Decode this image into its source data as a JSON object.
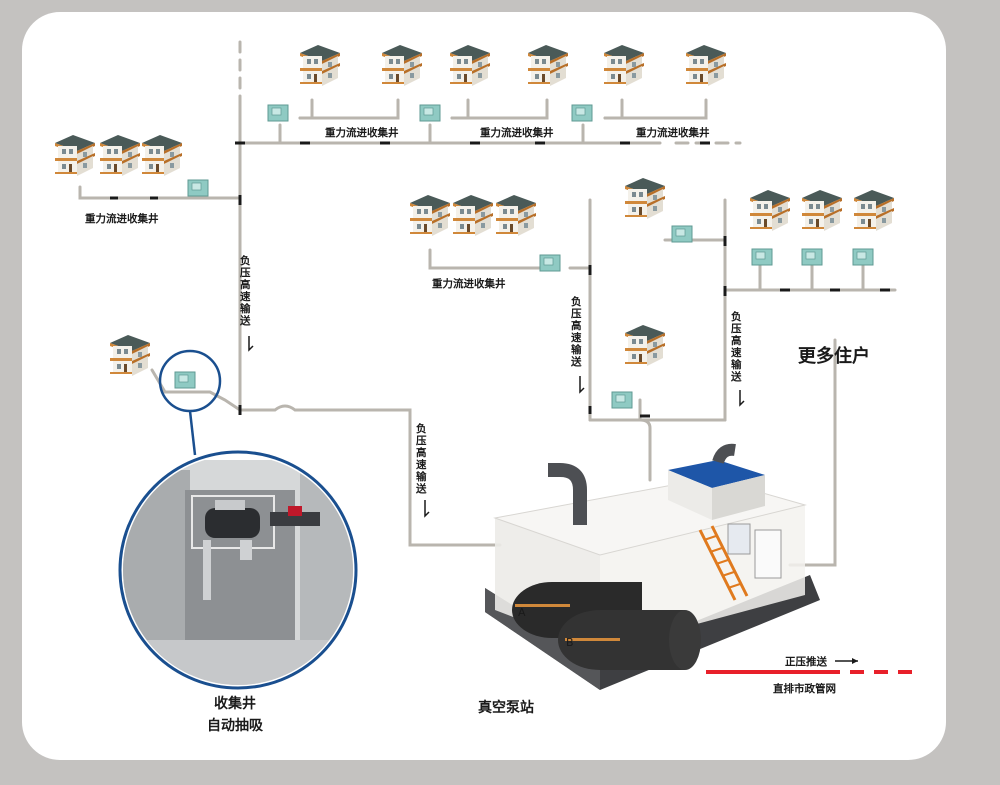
{
  "labels": {
    "gravity_well_1": "重力流进收集井",
    "gravity_well_2": "重力流进收集井",
    "gravity_well_3": "重力流进收集井",
    "gravity_well_4": "重力流进收集井",
    "gravity_well_5": "重力流进收集井",
    "vacuum_transport_1": "负压高速输送",
    "vacuum_transport_2": "负压高速输送",
    "vacuum_transport_3": "负压高速输送",
    "vacuum_transport_4": "负压高速输送",
    "more_households": "更多住户",
    "collection_well_line1": "收集井",
    "collection_well_line2": "自动抽吸",
    "vacuum_pump_station": "真空泵站",
    "positive_pressure": "正压推送",
    "municipal_pipe": "直排市政管网",
    "tank_a": "A",
    "tank_b": "B"
  },
  "colors": {
    "background": "#c4c2c0",
    "panel": "#ffffff",
    "pipe": "#b9b5ae",
    "pipe_joint": "#1a1a1a",
    "well": "#8fcac3",
    "roof": "#4a5a58",
    "house_wall": "#f4f1ea",
    "house_trim": "#d0883a",
    "highlight_circle": "#1a4f8f",
    "municipal_line": "#e8202a",
    "tank": "#2a2a2a"
  }
}
